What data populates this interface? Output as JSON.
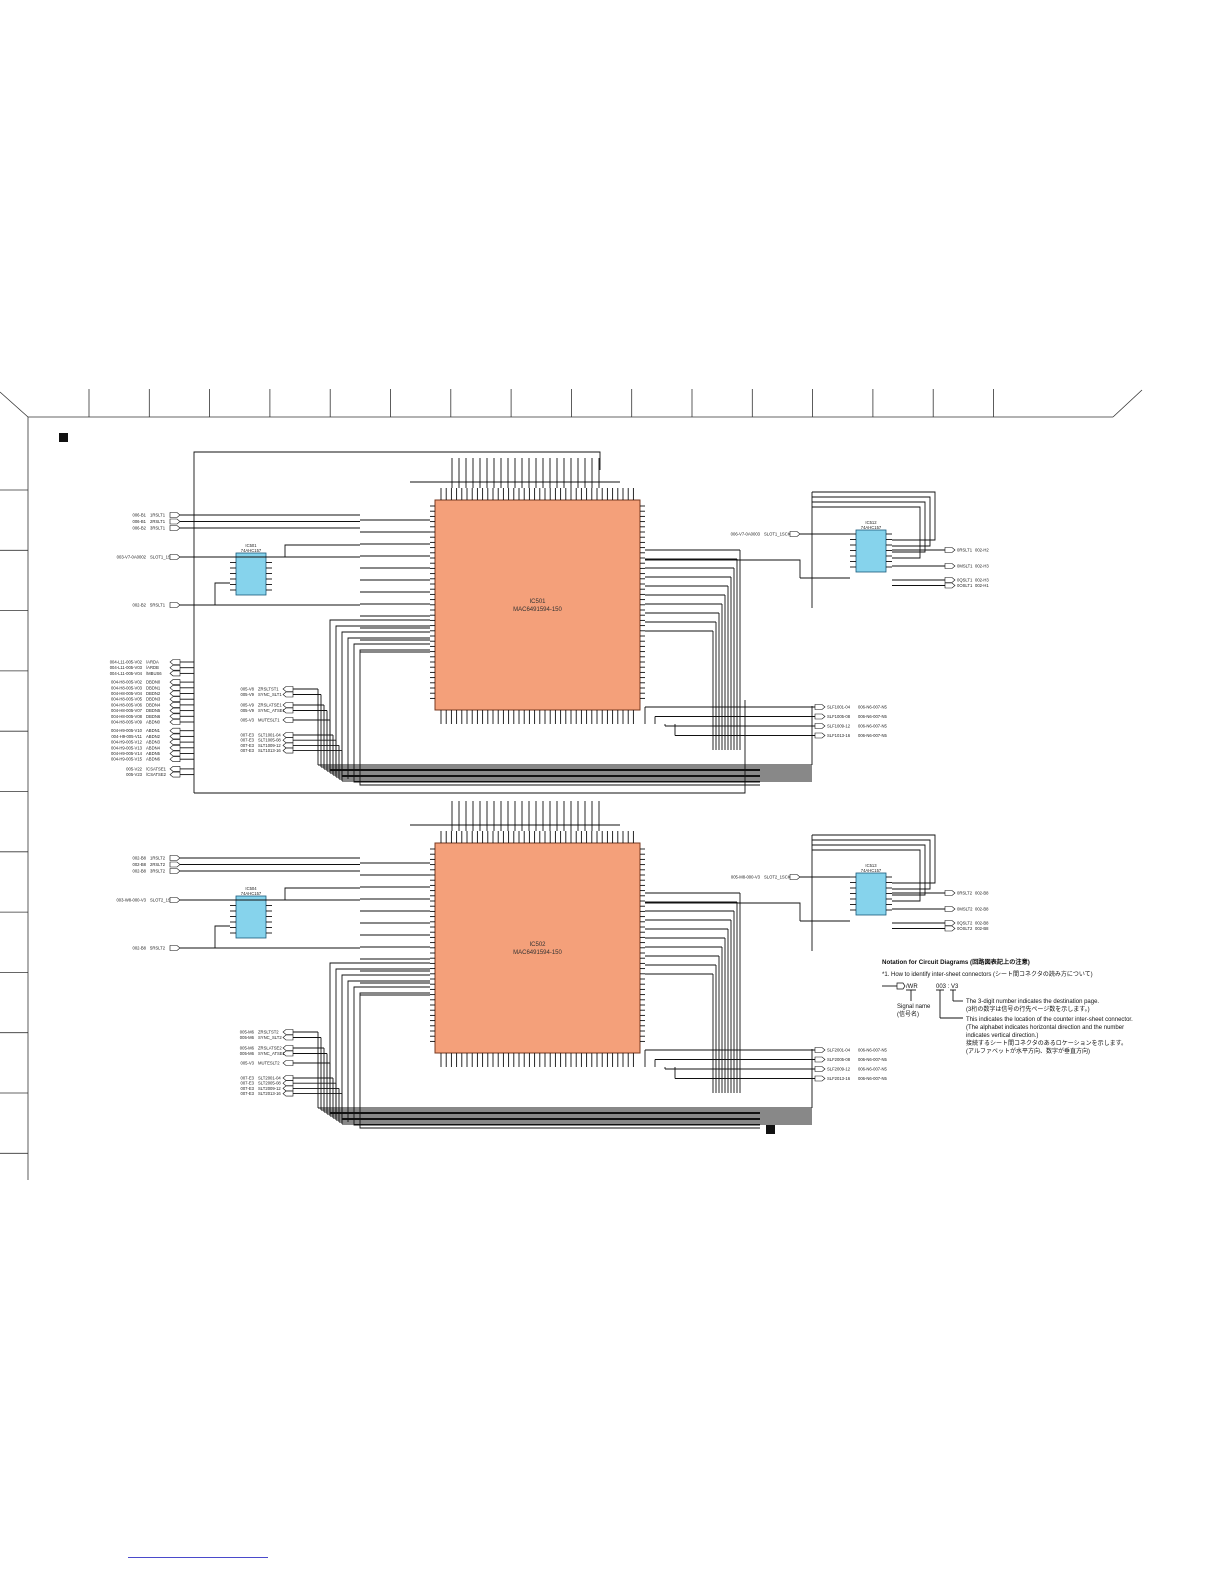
{
  "colors": {
    "fpga": "#f4a07a",
    "buffer": "#86d3ec",
    "ink": "#111111",
    "link": "#4a4acb"
  },
  "blocks": [
    {
      "fpga_ref": "IC501",
      "fpga_part": "MAC6491594-150",
      "left_connectors": [
        {
          "dest": "006-B1",
          "signal": "1RSLT1"
        },
        {
          "dest": "006-B1",
          "signal": "2RSLT1"
        },
        {
          "dest": "006-B2",
          "signal": "3RSLT1"
        },
        {
          "dest": "003-V7-0A0002",
          "signal": "SLOT1_1SCK"
        },
        {
          "dest": "002-B2",
          "signal": "5RSLT1"
        }
      ],
      "left_bus": [
        {
          "dest": "004-L11-005-V02",
          "signal": "/ARDA"
        },
        {
          "dest": "004-L11-005-V03",
          "signal": "/ARDB"
        },
        {
          "dest": "004-L11-005-V04",
          "signal": "/MBUS6"
        },
        {
          "dest": "004-H8-005-V02",
          "signal": "DBDN0"
        },
        {
          "dest": "004-H8-005-V03",
          "signal": "DBDN1"
        },
        {
          "dest": "004-H8-005-V04",
          "signal": "DBDN2"
        },
        {
          "dest": "004-H8-005-V05",
          "signal": "DBDN3"
        },
        {
          "dest": "004-H8-005-V06",
          "signal": "DBDN4"
        },
        {
          "dest": "004-H8-005-V07",
          "signal": "DBDN5"
        },
        {
          "dest": "004-H8-005-V08",
          "signal": "DBDN6"
        },
        {
          "dest": "004-H8-005-V09",
          "signal": "ABDN0"
        },
        {
          "dest": "004-H9-005-V10",
          "signal": "ABDN1"
        },
        {
          "dest": "004-H9-005-V11",
          "signal": "ABDN2"
        },
        {
          "dest": "004-H9-005-V12",
          "signal": "ABDN3"
        },
        {
          "dest": "004-H9-005-V13",
          "signal": "ABDN4"
        },
        {
          "dest": "004-H9-005-V14",
          "signal": "ABDN5"
        },
        {
          "dest": "004-H9-005-V15",
          "signal": "ABDN6"
        },
        {
          "dest": "005-V22",
          "signal": "/CSATSE1"
        },
        {
          "dest": "005-V23",
          "signal": "/CSATSE2"
        }
      ],
      "left_lower": [
        {
          "dest": "005-V8",
          "signal": "ZRSLTST1"
        },
        {
          "dest": "005-V9",
          "signal": "SYNC_SLT1"
        },
        {
          "dest": "005-V9",
          "signal": "ZRSLATSE1"
        },
        {
          "dest": "005-V9",
          "signal": "SYNC_ATSE1"
        },
        {
          "dest": "005-V3",
          "signal": "MUTESLT1"
        },
        {
          "dest": "007-E3",
          "signal": "SLT1001-04"
        },
        {
          "dest": "007-E3",
          "signal": "SLT1005-08"
        },
        {
          "dest": "007-E3",
          "signal": "SLT1009-12"
        },
        {
          "dest": "007-E3",
          "signal": "SLT1013-16"
        }
      ],
      "right_connectors": [
        {
          "signal": "0RSLT1",
          "dest": "002-H2"
        },
        {
          "signal": "0MSLT1",
          "dest": "002-H3"
        },
        {
          "signal": "0QSLT1",
          "dest": "002-H3"
        },
        {
          "signal": "0OSLT1",
          "dest": "002-H1"
        }
      ],
      "right_lower": [
        {
          "signal": "SLF1001-04",
          "dest": "006-N6-007-N5"
        },
        {
          "signal": "SLF1005-08",
          "dest": "006-N6-007-N5"
        },
        {
          "signal": "SLF1009-12",
          "dest": "006-N6-007-N5"
        },
        {
          "signal": "SLF1013-16",
          "dest": "006-N6-007-N5"
        }
      ],
      "right_input": {
        "dest": "006-V7-0A0003",
        "signal": "SLOT1_1SCK"
      },
      "left_buffer": {
        "ref": "IC501",
        "part": "74AHC157"
      },
      "right_buffer": {
        "ref": "IC512",
        "part": "74AHC157"
      }
    },
    {
      "fpga_ref": "IC502",
      "fpga_part": "MAC6491594-150",
      "left_connectors": [
        {
          "dest": "002-B8",
          "signal": "1RSLT2"
        },
        {
          "dest": "002-B8",
          "signal": "2RSLT2"
        },
        {
          "dest": "002-B8",
          "signal": "3RSLT2"
        },
        {
          "dest": "003-W8-000-V3",
          "signal": "SLOT2_1SCK"
        },
        {
          "dest": "002-B8",
          "signal": "5RSLT2"
        }
      ],
      "left_lower": [
        {
          "dest": "005-M6",
          "signal": "ZRSLTST2"
        },
        {
          "dest": "005-M6",
          "signal": "SYNC_SLT2"
        },
        {
          "dest": "005-M6",
          "signal": "ZRSLATSE2"
        },
        {
          "dest": "005-M6",
          "signal": "SYNC_ATSE2"
        },
        {
          "dest": "005-V3",
          "signal": "MUTESLT2"
        },
        {
          "dest": "007-E3",
          "signal": "SLT2001-04"
        },
        {
          "dest": "007-E3",
          "signal": "SLT2005-08"
        },
        {
          "dest": "007-E3",
          "signal": "SLT2009-12"
        },
        {
          "dest": "007-E3",
          "signal": "SLT2013-16"
        }
      ],
      "right_connectors": [
        {
          "signal": "0RSLT2",
          "dest": "002-B8"
        },
        {
          "signal": "0MSLT2",
          "dest": "002-B8"
        },
        {
          "signal": "0QSLT2",
          "dest": "002-B8"
        },
        {
          "signal": "0OSLT2",
          "dest": "002-B8"
        }
      ],
      "right_lower": [
        {
          "signal": "SLF2001-04",
          "dest": "006-N6-007-N5"
        },
        {
          "signal": "SLF2005-08",
          "dest": "006-N6-007-N5"
        },
        {
          "signal": "SLF2009-12",
          "dest": "006-N6-007-N5"
        },
        {
          "signal": "SLF2013-16",
          "dest": "006-N6-007-N5"
        }
      ],
      "right_input": {
        "dest": "005-M8-000-V3",
        "signal": "SLOT2_1SCK"
      },
      "left_buffer": {
        "ref": "IC504",
        "part": "74AHC157"
      },
      "right_buffer": {
        "ref": "IC513",
        "part": "74AHC157"
      }
    }
  ],
  "notation": {
    "title": "Notation for Circuit Diagrams (回路図表記上の注意)",
    "item1": "*1. How to identify inter-sheet connectors (シート間コネクタの読み方について)",
    "example_signal": "/WR",
    "example_code": "003 : V3",
    "signal_name": "Signal name",
    "signal_name_jp": "(信号名)",
    "dest_en": "The 3-digit number indicates the destination page.",
    "dest_jp": "(3桁の数字は信号の行先ページ数を示します。)",
    "loc_en1": "This indicates the location of the counter inter-sheet connector.",
    "loc_en2": "(The alphabet indicates horizontal direction and the number",
    "loc_en3": "indicates vertical direction.)",
    "loc_jp1": "接続するシート間コネクタのあるロケーションを示します。",
    "loc_jp2": "(アルファベットが水平方向、数字が垂直方向)"
  }
}
